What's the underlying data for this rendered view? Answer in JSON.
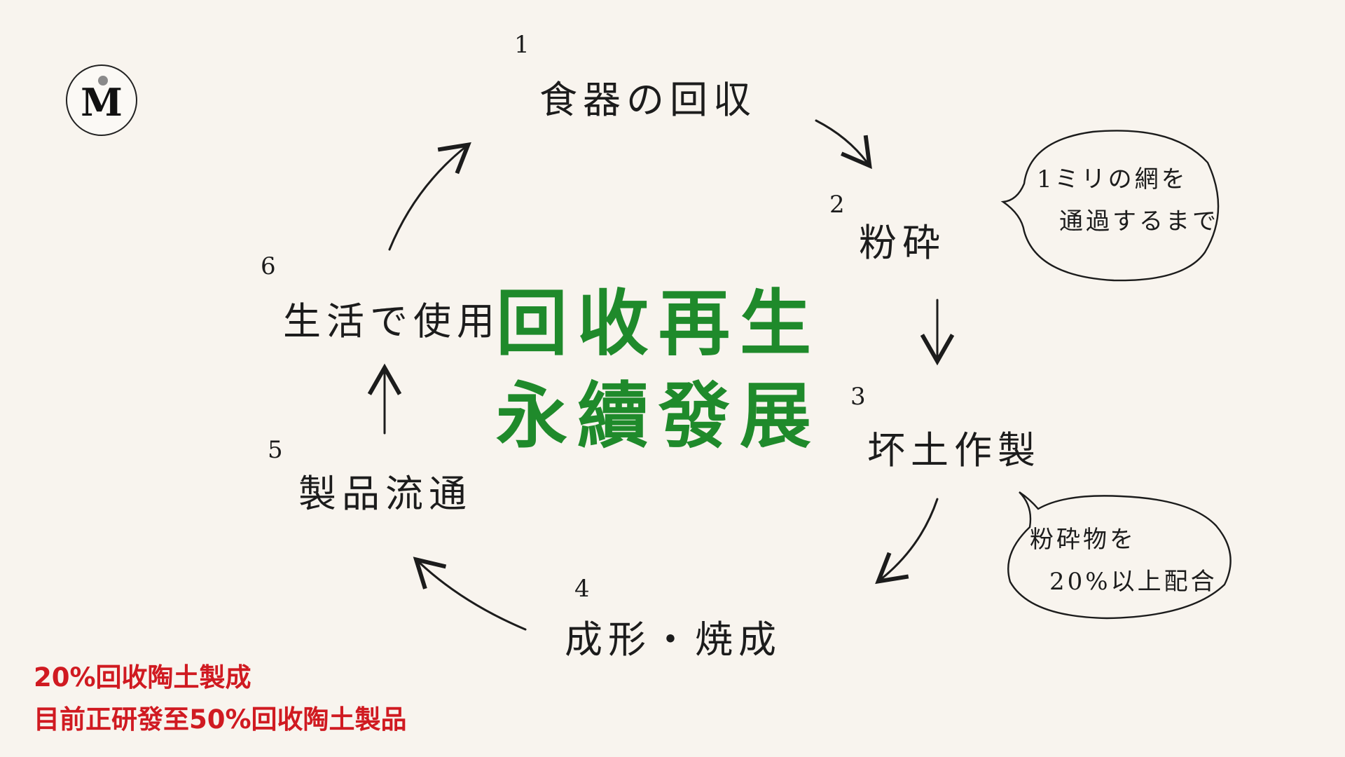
{
  "logo": {
    "letter": "M"
  },
  "steps": [
    {
      "number": "1",
      "label": "食器の回収"
    },
    {
      "number": "2",
      "label": "粉砕"
    },
    {
      "number": "3",
      "label": "坏土作製"
    },
    {
      "number": "4",
      "label": "成形・焼成"
    },
    {
      "number": "5",
      "label": "製品流通"
    },
    {
      "number": "6",
      "label": "生活で使用"
    }
  ],
  "notes": {
    "crush": {
      "line1": "1ミリの網を",
      "line2": "通過するまで"
    },
    "clay": {
      "line1": "粉砕物を",
      "line2": "20%以上配合"
    }
  },
  "center_title": {
    "line1": "回收再生",
    "line2": "永續發展"
  },
  "footer": {
    "line1": "20%回收陶土製成",
    "line2": "目前正研發至50%回收陶土製品"
  },
  "colors": {
    "background": "#f8f4ee",
    "title_green": "#1f8a2b",
    "footer_red": "#d01a21",
    "ink": "#1c1c1c"
  }
}
